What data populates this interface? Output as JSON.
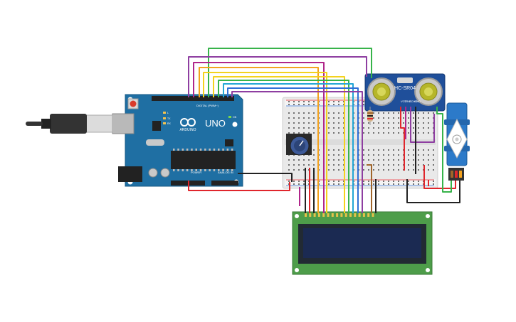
{
  "arduino": {
    "model_label": "UNO",
    "brand_label": "ARDUINO",
    "digital_label": "DIGITAL (PWM~)",
    "power_label": "POWER",
    "analog_label": "ANALOG IN",
    "led_tx": "TX",
    "led_rx": "RX",
    "led_on": "ON",
    "led_l": "L"
  },
  "sensor": {
    "label": "HC-SR04",
    "pins": [
      "VCC",
      "TRIG",
      "ECHO",
      "GND"
    ]
  },
  "colors": {
    "board_blue": "#1f6fa3",
    "pcb_green": "#4e9d4a",
    "lcd_blue": "#1b2a52",
    "wire_green": "#37b34a",
    "wire_purple": "#8e3ea1",
    "wire_magenta": "#b0268a",
    "wire_orange": "#f3a21e",
    "wire_yellow": "#f3d21e",
    "wire_cyan": "#23a6d5",
    "wire_blue": "#2f6fd6",
    "wire_red": "#e0262c",
    "wire_black": "#222222",
    "wire_brown": "#a0652a"
  },
  "icons": [
    "usb-cable-icon",
    "potentiometer-icon",
    "servo-motor-icon",
    "resistor-icon",
    "arduino-logo-icon"
  ]
}
